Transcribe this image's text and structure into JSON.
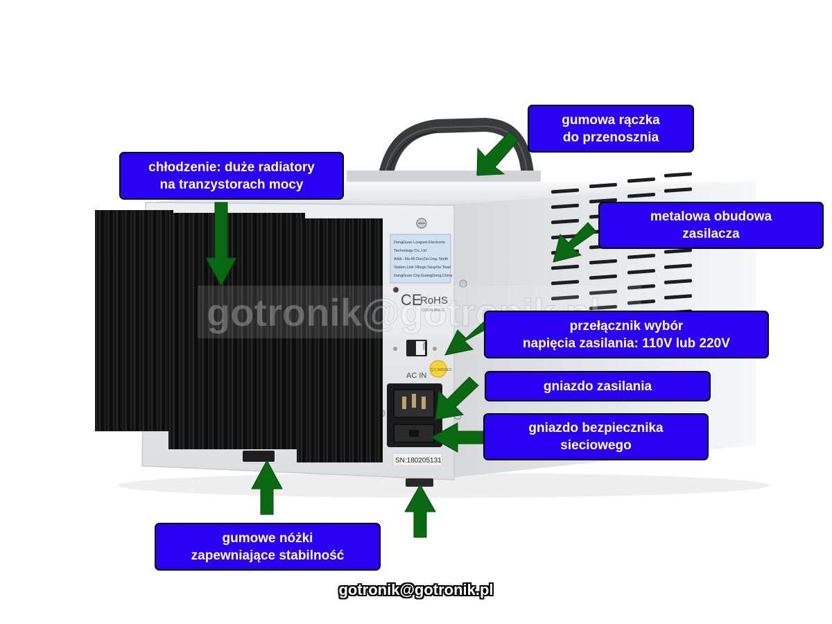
{
  "callouts": {
    "handle": {
      "line1": "gumowa rączka",
      "line2": "do przenosznia"
    },
    "cooling": {
      "line1": "chłodzenie: duże radiatory",
      "line2": "na tranzystorach mocy"
    },
    "housing": {
      "line1": "metalowa obudowa",
      "line2": "zasilacza"
    },
    "voltage_switch": {
      "line1": "przełącznik wybór",
      "line2": "napięcia zasilania: 110V lub 220V"
    },
    "power_socket": {
      "line1": "gniazdo zasilania"
    },
    "fuse_socket": {
      "line1": "gniazdo bezpiecznika",
      "line2": "sieciowego"
    },
    "feet": {
      "line1": "gumowe nóżki",
      "line2": "zapewniające stabilność"
    }
  },
  "device": {
    "label_lines": [
      "DongGuan Longwei Electronic",
      "Technology Co.,Ltd",
      "Addr.: No.45 DunZai Ling, North",
      "Station,Link Village,TangXia Town",
      "DongGuan City,GuangDong,China"
    ],
    "ce_mark": "CE",
    "rohs": "RoHS",
    "rohs_sub": "COMPLIANCE",
    "ac_in": "AC  IN",
    "serial": "SN:180205131",
    "switch_value": "220V",
    "qc_sticker": "Q.C PASSED"
  },
  "watermark": "gotronik@gotronik.pl",
  "footer": {
    "email": "gotronik@gotronik.pl"
  },
  "colors": {
    "callout_bg": "#2a00f5",
    "arrow": "#0a6a12",
    "heatsink": "#1a1a1a",
    "chassis": "#e9eaec"
  }
}
